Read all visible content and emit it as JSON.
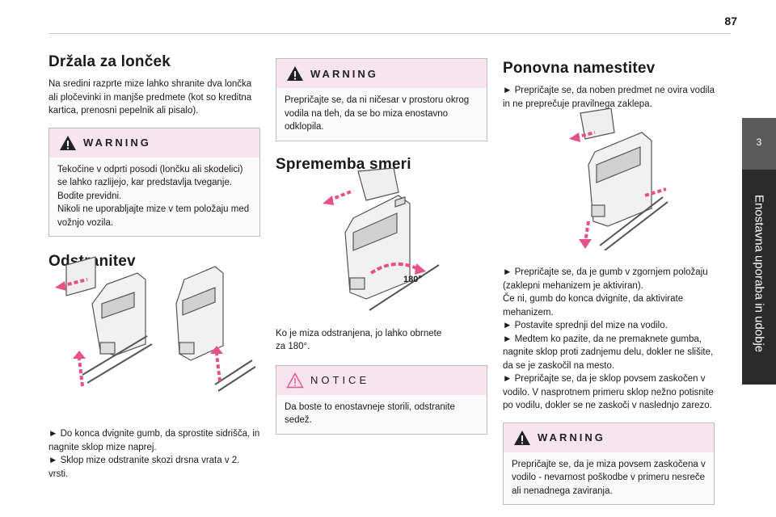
{
  "page": {
    "number": "87"
  },
  "side": {
    "chapter_number": "3",
    "chapter_title": "Enostavna uporaba in udobje"
  },
  "col1": {
    "title1": "Držala za lonček",
    "p1": "Na sredini razprte mize lahko shranite dva lončka ali pločevinki in manjše predmete (kot so kreditna kartica, prenosni pepelnik ali pisalo).",
    "warning_label": "WARNING",
    "warning_text1": "Tekočine v odprti posodi (lončku ali skodelici) se lahko razlijejo, kar predstavlja tveganje. Bodite previdni.",
    "warning_text2": "Nikoli ne uporabljajte mize v tem položaju med vožnjo vozila.",
    "title2": "Odstranitev",
    "step1": "► Do konca dvignite gumb, da sprostite sidrišča, in nagnite sklop mize naprej.",
    "step2": "► Sklop mize odstranite skozi drsna vrata v 2. vrsti."
  },
  "col2": {
    "warning_label": "WARNING",
    "warning_text": "Prepričajte se, da ni ničesar v prostoru okrog vodila na tleh, da se bo miza enostavno odklopila.",
    "title": "Sprememba smeri",
    "angle": "180°",
    "p1": "Ko je miza odstranjena, jo lahko obrnete za 180°.",
    "notice_label": "NOTICE",
    "notice_text": "Da boste to enostavneje storili, odstranite sedež."
  },
  "col3": {
    "title": "Ponovna namestitev",
    "p1": "► Prepričajte se, da noben predmet ne ovira vodila in ne preprečuje pravilnega zaklepa.",
    "s1": "► Prepričajte se, da je gumb v zgornjem položaju (zaklepni mehanizem je aktiviran).",
    "s2": "Če ni, gumb do konca dvignite, da aktivirate mehanizem.",
    "s3": "► Postavite sprednji del mize na vodilo.",
    "s4": "► Medtem ko pazite, da ne premaknete gumba, nagnite sklop proti zadnjemu delu, dokler ne slišite, da se je zaskočil na mesto.",
    "s5": "► Prepričajte se, da je sklop povsem zaskočen v vodilo. V nasprotnem primeru sklop nežno potisnite po vodilu, dokler se ne zaskoči v naslednjo zarezo.",
    "warning_label": "WARNING",
    "warning_text": "Prepričajte se, da je miza povsem zaskočena v vodilo - nevarnost poškodbe v primeru nesreče ali nenadnega zaviranja."
  },
  "colors": {
    "accent_pink": "#f7e4ee",
    "arrow_pink": "#e8508a",
    "side_tab": "#2b2b2b"
  }
}
